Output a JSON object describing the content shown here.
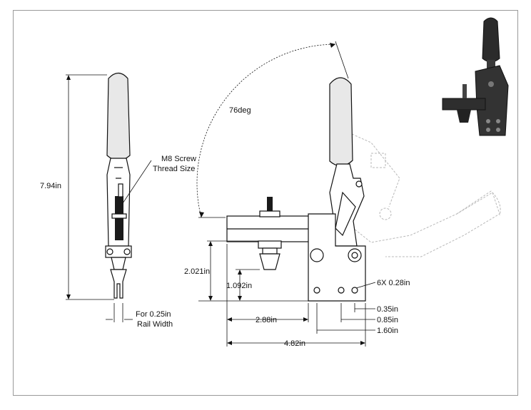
{
  "labels": {
    "height": "7.94in",
    "screw_line1": "M8 Screw",
    "screw_line2": "Thread Size",
    "rail_line1": "For 0.25in",
    "rail_line2": "Rail Width",
    "angle": "76deg",
    "spindle_height": "2.021in",
    "spindle_offset": "1.092in",
    "reach": "2.88in",
    "overall_length": "4.82in",
    "holes": "6X 0.28in",
    "hole_pos_1": "0.35in",
    "hole_pos_2": "0.85in",
    "hole_pos_3": "1.60in"
  },
  "icons": {
    "photo": "toggle-clamp-photo-icon"
  }
}
